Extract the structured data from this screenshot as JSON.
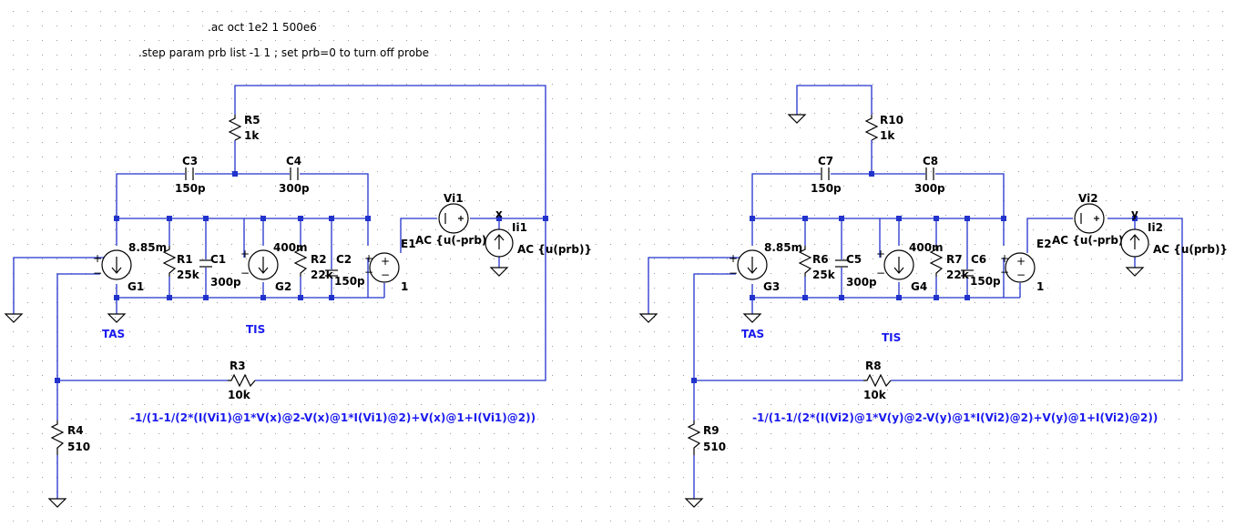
{
  "directives": {
    "ac": ".ac oct 1e2 1 500e6",
    "step": ".step param prb list -1 1 ; set prb=0 to turn off probe"
  },
  "colors": {
    "wire": "#2233cc",
    "component": "#000000",
    "label": "#1a1aee",
    "grid": "#9a9a9a"
  },
  "circuits": [
    {
      "R5": {
        "name": "R5",
        "value": "1k"
      },
      "C3": {
        "name": "C3",
        "value": "150p"
      },
      "C4": {
        "name": "C4",
        "value": "300p"
      },
      "Vi": {
        "name": "Vi1",
        "value": "AC {u(-prb)}"
      },
      "Ii": {
        "name": "Ii1",
        "value": "AC {u(prb)}"
      },
      "node": "x",
      "G1": {
        "name": "G1",
        "value": "8.85m"
      },
      "R1": {
        "name": "R1",
        "value": "25k"
      },
      "C1": {
        "name": "C1",
        "value": "300p"
      },
      "G2": {
        "name": "G2",
        "value": "400m"
      },
      "R2": {
        "name": "R2",
        "value": "22k"
      },
      "C2": {
        "name": "C2",
        "value": "150p"
      },
      "E": {
        "name": "E1",
        "value": "1"
      },
      "tas": "TAS",
      "tis": "TIS",
      "R3": {
        "name": "R3",
        "value": "10k"
      },
      "R4": {
        "name": "R4",
        "value": "510"
      },
      "formula": "-1/(1-1/(2*(I(Vi1)@1*V(x)@2-V(x)@1*I(Vi1)@2)+V(x)@1+I(Vi1)@2))"
    },
    {
      "R5": {
        "name": "R10",
        "value": "1k"
      },
      "C3": {
        "name": "C7",
        "value": "150p"
      },
      "C4": {
        "name": "C8",
        "value": "300p"
      },
      "Vi": {
        "name": "Vi2",
        "value": "AC {u(-prb)}"
      },
      "Ii": {
        "name": "Ii2",
        "value": "AC {u(prb)}"
      },
      "node": "y",
      "G1": {
        "name": "G3",
        "value": "8.85m"
      },
      "R1": {
        "name": "R6",
        "value": "25k"
      },
      "C1": {
        "name": "C5",
        "value": "300p"
      },
      "G2": {
        "name": "G4",
        "value": "400m"
      },
      "R2": {
        "name": "R7",
        "value": "22k"
      },
      "C2": {
        "name": "C6",
        "value": "150p"
      },
      "E": {
        "name": "E2",
        "value": "1"
      },
      "tas": "TAS",
      "tis": "TIS",
      "R3": {
        "name": "R8",
        "value": "10k"
      },
      "R4": {
        "name": "R9",
        "value": "510"
      },
      "formula": "-1/(1-1/(2*(I(Vi2)@1*V(y)@2-V(y)@1*I(Vi2)@2)+V(y)@1+I(Vi2)@2))"
    }
  ]
}
